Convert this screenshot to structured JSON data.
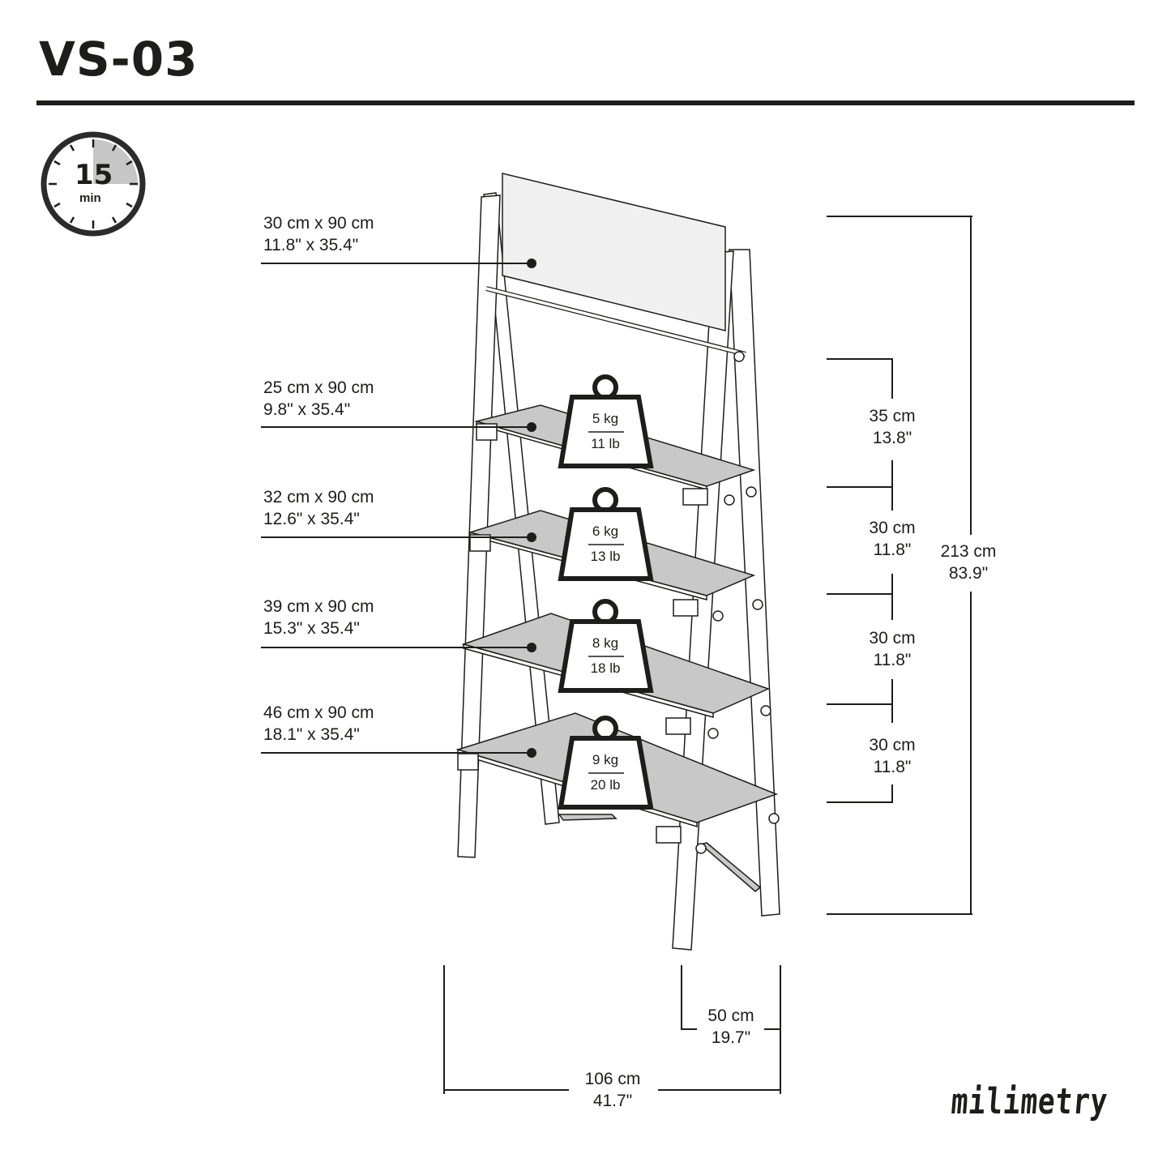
{
  "header": {
    "title": "VS-03"
  },
  "timer": {
    "value": "15",
    "unit": "min",
    "icon": "stopwatch-icon"
  },
  "brand": {
    "logo": "milimetry"
  },
  "shelves": [
    {
      "name": "top-panel",
      "metric": "30 cm x 90 cm",
      "imperial": "11.8\" x 35.4\""
    },
    {
      "name": "shelf-1",
      "metric": "25 cm x 90 cm",
      "imperial": "9.8\" x 35.4\"",
      "load_kg": "5 kg",
      "load_lb": "11 lb"
    },
    {
      "name": "shelf-2",
      "metric": "32 cm x 90 cm",
      "imperial": "12.6\" x 35.4\"",
      "load_kg": "6 kg",
      "load_lb": "13 lb"
    },
    {
      "name": "shelf-3",
      "metric": "39 cm x 90 cm",
      "imperial": "15.3\" x 35.4\"",
      "load_kg": "8 kg",
      "load_lb": "18 lb"
    },
    {
      "name": "shelf-4",
      "metric": "46 cm x 90 cm",
      "imperial": "18.1\" x 35.4\"",
      "load_kg": "9 kg",
      "load_lb": "20 lb"
    }
  ],
  "spacings": [
    {
      "metric": "35 cm",
      "imperial": "13.8\""
    },
    {
      "metric": "30 cm",
      "imperial": "11.8\""
    },
    {
      "metric": "30 cm",
      "imperial": "11.8\""
    },
    {
      "metric": "30 cm",
      "imperial": "11.8\""
    }
  ],
  "overall": {
    "height": {
      "metric": "213 cm",
      "imperial": "83.9\""
    },
    "depth": {
      "metric": "50 cm",
      "imperial": "19.7\""
    },
    "width": {
      "metric": "106 cm",
      "imperial": "41.7\""
    }
  },
  "colors": {
    "ink": "#1d1d1b",
    "shelf_fill": "#c8c8c8",
    "panel_fill": "#f0f0f0",
    "timer_fill": "#c6c6c6"
  }
}
